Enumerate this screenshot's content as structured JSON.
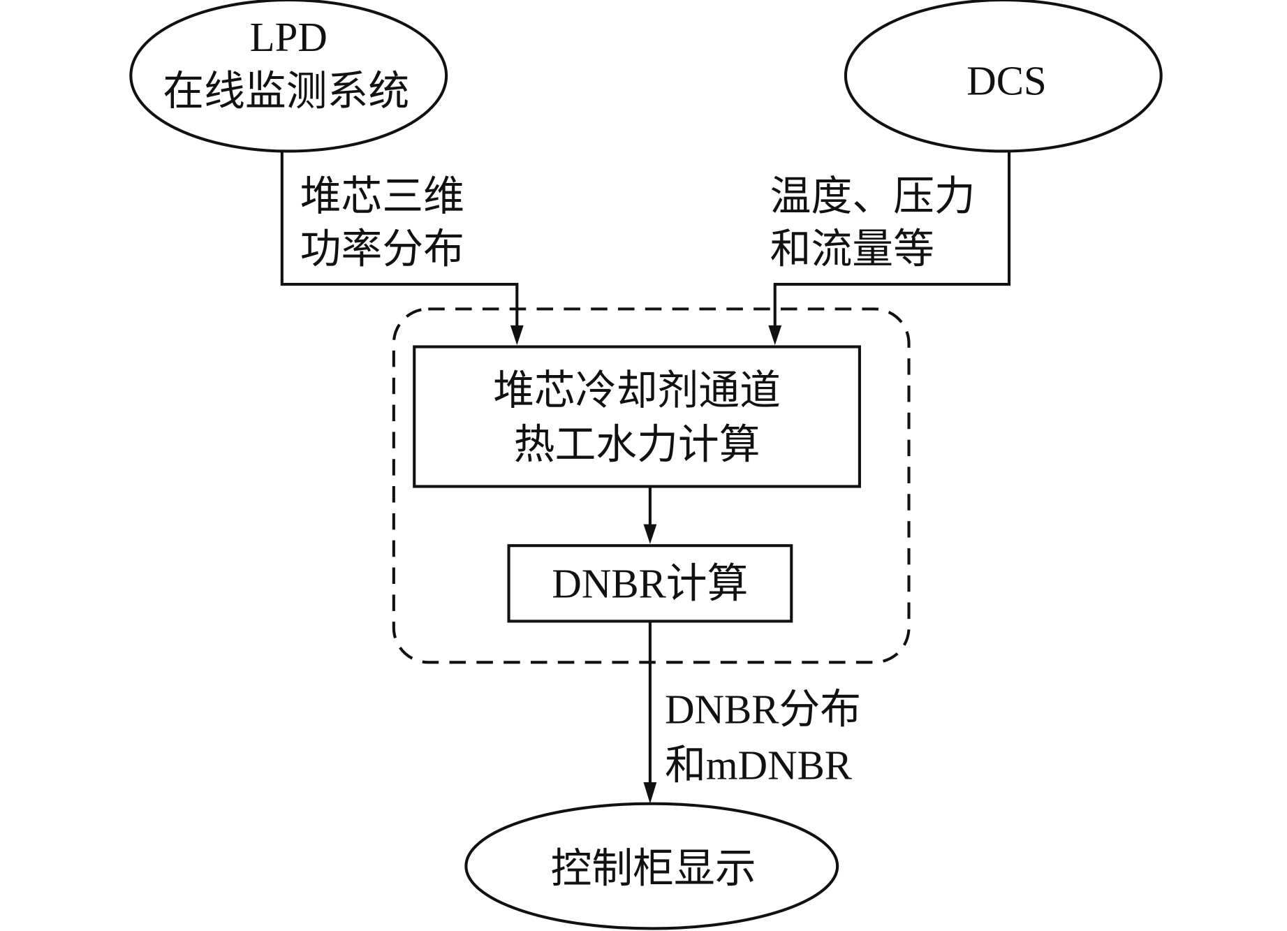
{
  "nodes": {
    "lpd": {
      "line1": "LPD",
      "line2": "在线监测系统"
    },
    "dcs": {
      "label": "DCS"
    },
    "thermal": {
      "line1": "堆芯冷却剂通道",
      "line2": "热工水力计算"
    },
    "dnbr_calc": {
      "label": "DNBR计算"
    },
    "display": {
      "label": "控制柜显示"
    }
  },
  "edges": {
    "lpd_to_thermal": {
      "line1": "堆芯三维",
      "line2": "功率分布"
    },
    "dcs_to_thermal": {
      "line1": "温度、压力",
      "line2": "和流量等"
    },
    "dnbr_to_display": {
      "line1": "DNBR分布",
      "line2": "和mDNBR"
    }
  }
}
